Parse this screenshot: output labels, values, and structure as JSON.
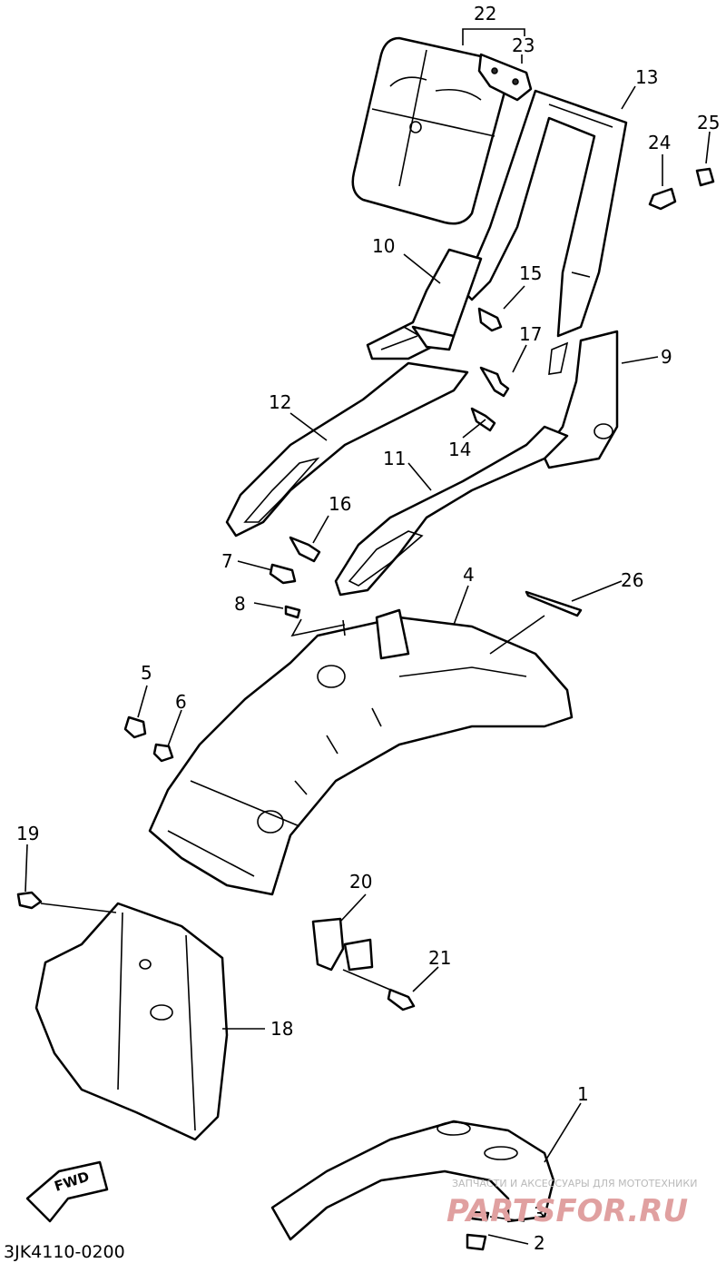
{
  "diagram": {
    "drawing_code": "3JK4110-0200",
    "direction_marker": "FWD",
    "callouts": [
      "22",
      "23",
      "13",
      "24",
      "25",
      "10",
      "15",
      "17",
      "9",
      "12",
      "14",
      "11",
      "16",
      "7",
      "4",
      "26",
      "8",
      "5",
      "6",
      "19",
      "20",
      "21",
      "18",
      "1",
      "3",
      "2"
    ]
  },
  "watermark": {
    "tagline": "ЗАПЧАСТИ И АКСЕССУАРЫ ДЛЯ МОТОТЕХНИКИ",
    "brand": "PARTSFOR.RU"
  }
}
